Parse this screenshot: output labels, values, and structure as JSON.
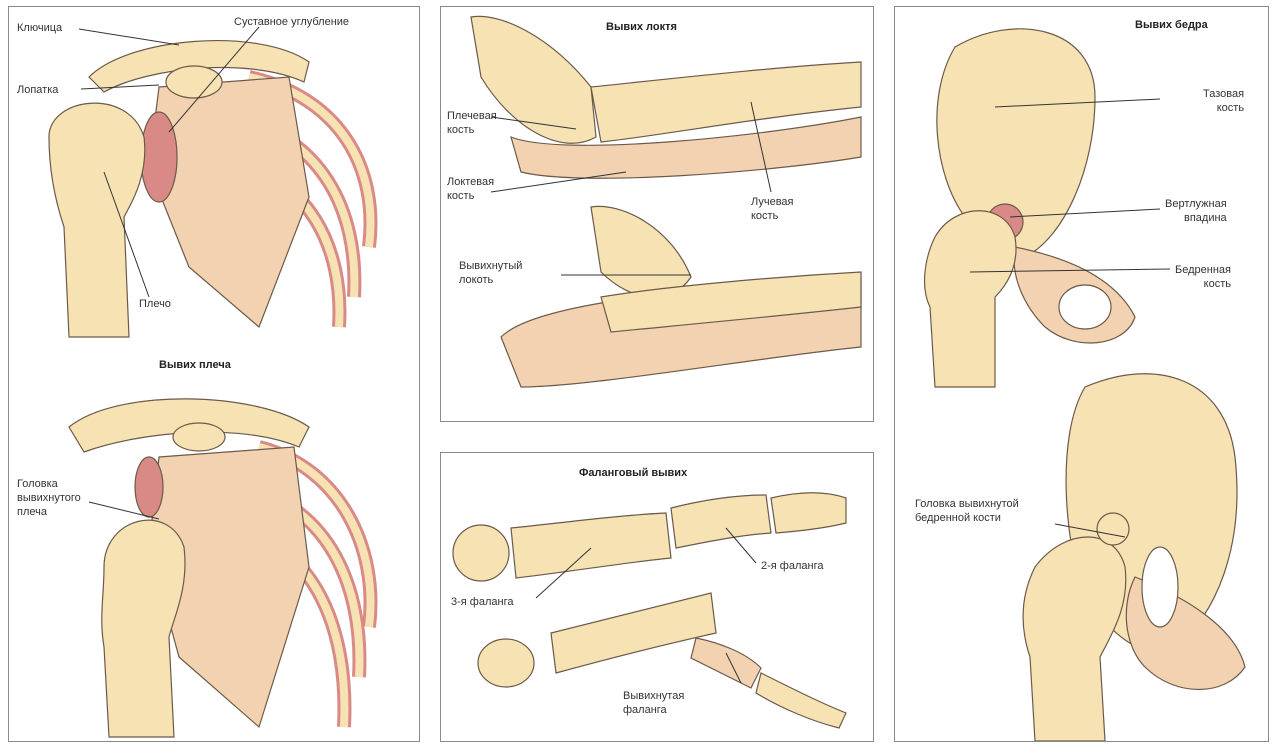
{
  "shoulder": {
    "labels": {
      "clavicle": "Ключица",
      "glenoid": "Суставное углубление",
      "scapula": "Лопатка",
      "humerus": "Плечо"
    },
    "title": "Вывих плеча",
    "dislocated_head_lines": [
      "Головка",
      "вывихнутого",
      "плеча"
    ]
  },
  "elbow": {
    "title": "Вывих локтя",
    "humerus_lines": [
      "Плечевая",
      "кость"
    ],
    "ulna_lines": [
      "Локтевая",
      "кость"
    ],
    "radius_lines": [
      "Лучевая",
      "кость"
    ],
    "dislocated_lines": [
      "Вывихнутый",
      "локоть"
    ]
  },
  "phalanx": {
    "title": "Фаланговый вывих",
    "third": "3-я фаланга",
    "second": "2-я фаланга",
    "dislocated_lines": [
      "Вывихнутая",
      "фаланга"
    ]
  },
  "hip": {
    "title": "Вывих бедра",
    "pelvis_lines": [
      "Тазовая",
      "кость"
    ],
    "acetabulum_lines": [
      "Вертлужная",
      "впадина"
    ],
    "femur_lines": [
      "Бедренная",
      "кость"
    ],
    "dislocated_head_lines": [
      "Головка вывихнутой",
      "бедренной кости"
    ]
  },
  "colors": {
    "bone": "#f7e2b4",
    "bone_shade": "#e9b98a",
    "muscle": "#d98a86",
    "outline": "#6b5a4a",
    "border": "#8a8a8a"
  }
}
